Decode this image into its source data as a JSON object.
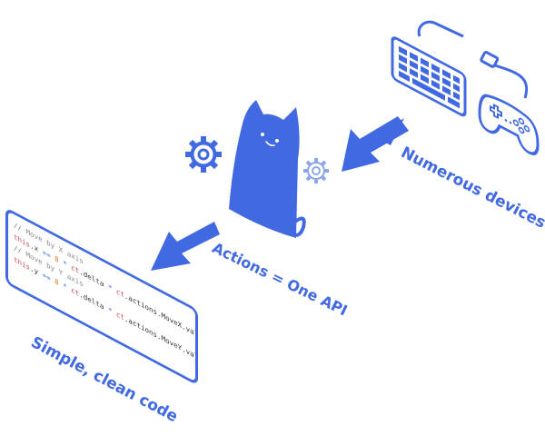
{
  "colors": {
    "accent": "#4169e1",
    "accent_light": "#8fa6e8",
    "background": "#ffffff"
  },
  "labels": {
    "devices": "Numerous devices",
    "actions": "Actions = One API",
    "simple": "Simple, clean code"
  },
  "code": {
    "line1_comment": "// Move by X axis",
    "line2_this": "this",
    "line2_prop": ".x",
    "line2_op": " += ",
    "line2_num": "8",
    "line2_star": " * ",
    "line2_ct1": "ct",
    "line2_mid": ".delta",
    "line2_star2": " * ",
    "line2_ct2": "ct",
    "line2_tail": ".actions.MoveX.value;",
    "line3_comment": "// Move by Y axis",
    "line4_this": "this",
    "line4_prop": ".y",
    "line4_op": " += ",
    "line4_num": "8",
    "line4_star": " * ",
    "line4_ct1": "ct",
    "line4_mid": ".delta",
    "line4_star2": " * ",
    "line4_ct2": "ct",
    "line4_tail": ".actions.MoveY.value;"
  },
  "icons": [
    "keyboard-icon",
    "usb-cable-icon",
    "gamepad-icon",
    "arrow-icon",
    "mascot-cat-icon",
    "gear-icon"
  ]
}
